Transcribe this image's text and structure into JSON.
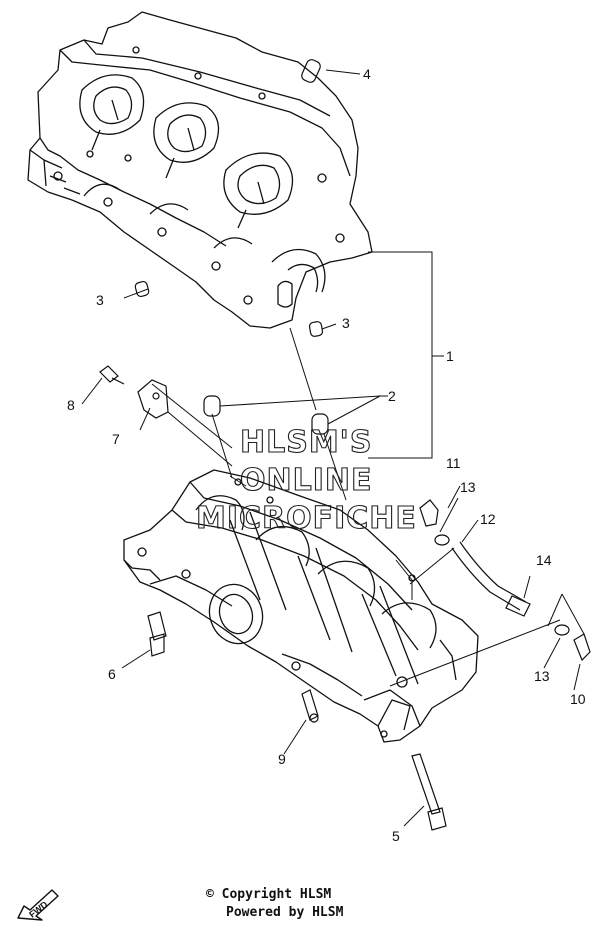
{
  "watermark": {
    "line1": "HLSM'S",
    "line2": "ONLINE",
    "line3": "MICROFICHE"
  },
  "callouts": [
    {
      "id": "c4",
      "text": "4"
    },
    {
      "id": "c3a",
      "text": "3"
    },
    {
      "id": "c3b",
      "text": "3"
    },
    {
      "id": "c1",
      "text": "1"
    },
    {
      "id": "c8",
      "text": "8"
    },
    {
      "id": "c2",
      "text": "2"
    },
    {
      "id": "c7",
      "text": "7"
    },
    {
      "id": "c11",
      "text": "11"
    },
    {
      "id": "c13a",
      "text": "13"
    },
    {
      "id": "c12",
      "text": "12"
    },
    {
      "id": "c14",
      "text": "14"
    },
    {
      "id": "c6",
      "text": "6"
    },
    {
      "id": "c13b",
      "text": "13"
    },
    {
      "id": "c10",
      "text": "10"
    },
    {
      "id": "c9",
      "text": "9"
    },
    {
      "id": "c5",
      "text": "5"
    }
  ],
  "footer": {
    "copyright": "© Copyright HLSM",
    "powered": "Powered by HLSM"
  },
  "fwd_badge": "FWD",
  "colors": {
    "ink": "#111111",
    "paper": "#ffffff"
  }
}
